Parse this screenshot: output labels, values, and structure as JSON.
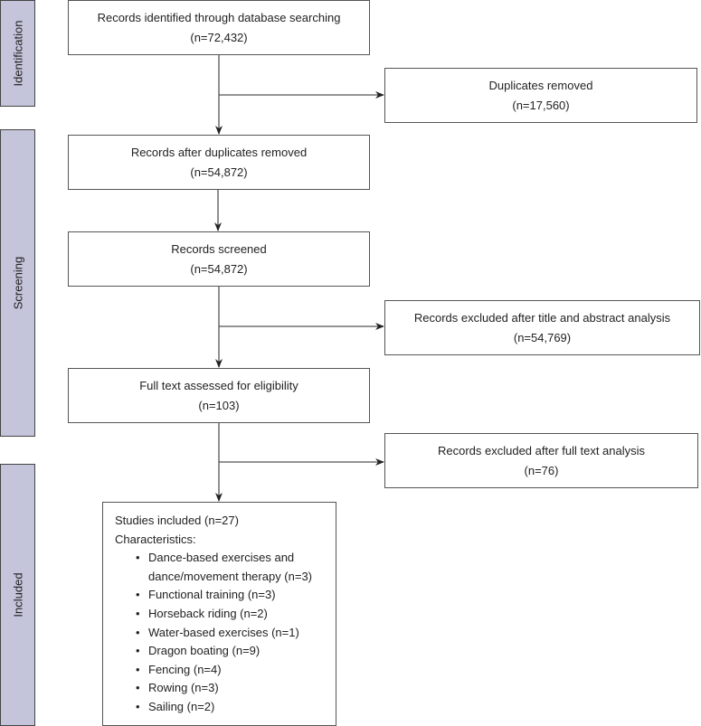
{
  "phases": [
    "Identification",
    "Screening",
    "Included"
  ],
  "boxes": {
    "identified": {
      "label": "Records identified through database searching",
      "count": "(n=72,432)"
    },
    "duplicates": {
      "label": "Duplicates removed",
      "count": "(n=17,560)"
    },
    "after_duplicates": {
      "label": "Records after duplicates removed",
      "count": "(n=54,872)"
    },
    "screened": {
      "label": "Records screened",
      "count": "(n=54,872)"
    },
    "excluded_title_abstract": {
      "label": "Records excluded after title and abstract analysis",
      "count": "(n=54,769)"
    },
    "full_text": {
      "label": "Full text assessed for eligibility",
      "count": "(n=103)"
    },
    "excluded_full_text": {
      "label": "Records excluded after full text analysis",
      "count": "(n=76)"
    }
  },
  "included": {
    "title": "Studies included (n=27)",
    "subtitle": "Characteristics:",
    "items": [
      "Dance-based exercises and dance/movement therapy (n=3)",
      "Functional training (n=3)",
      "Horseback riding (n=2)",
      "Water-based exercises (n=1)",
      "Dragon boating (n=9)",
      "Fencing (n=4)",
      "Rowing (n=3)",
      "Sailing (n=2)"
    ]
  },
  "colors": {
    "phase_fill": "#c4c4da",
    "line": "#555555"
  }
}
